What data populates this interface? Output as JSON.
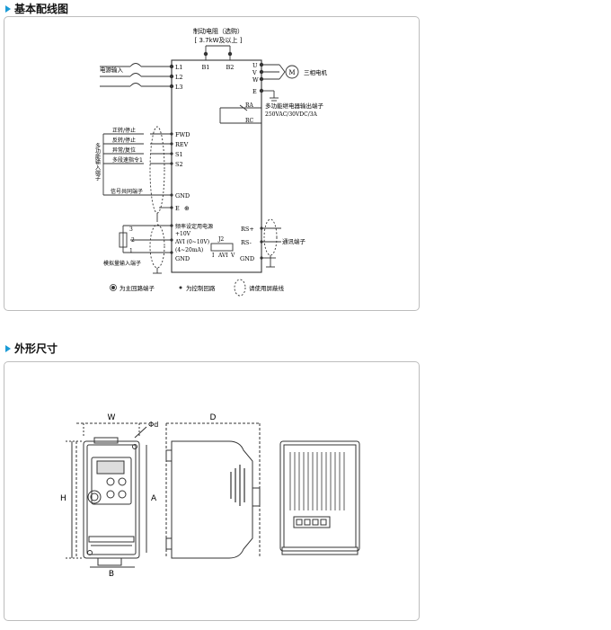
{
  "sections": {
    "wiring_title": "基本配线图",
    "size_title": "外形尺寸"
  },
  "wiring": {
    "brake_resistor_line1": "制动电阻（选购）",
    "brake_resistor_line2": "[ 3.7kW及以上 ]",
    "b1": "B1",
    "b2": "B2",
    "power_input": "电源输入",
    "l1": "L1",
    "l2": "L2",
    "l3": "L3",
    "u": "U",
    "v": "V",
    "w": "W",
    "motor_symbol": "M",
    "motor_label": "三相电机",
    "e": "E",
    "ra": "RA",
    "rc": "RC",
    "relay_label": "多功能继电器输出端子",
    "relay_rating": "250VAC/30VDC/3A",
    "fwd_label": "正转/停止",
    "rev_label": "反转/停止",
    "s1_label": "异常/复位",
    "s2_label": "多段速指令1",
    "fwd": "FWD",
    "rev": "REV",
    "s1": "S1",
    "s2": "S2",
    "multi_input": "多功能输入端子",
    "common_label": "信号共同端子",
    "gnd": "GND",
    "freq_supply_line1": "频率设定用电源",
    "freq_supply_line2": "+10V",
    "avi": "AVI (0~10V)",
    "aci": "(4~20mA)",
    "gnd2": "GND",
    "j2": "J2",
    "j2_i": "I",
    "j2_avi": "AVI",
    "j2_v": "V",
    "pin3": "3",
    "pin2": "2",
    "pin1": "1",
    "analog_label": "模拟量输入端子",
    "rs_plus": "RS+",
    "rs_minus": "RS-",
    "comm_label": "通讯端子",
    "gnd3": "GND",
    "legend_main": "为主回路端子",
    "legend_control": "为控制回路",
    "legend_shield": "请使用屏蔽线"
  },
  "dimensions": {
    "w": "W",
    "phid": "Φd",
    "h": "H",
    "a": "A",
    "b": "B",
    "d": "D"
  }
}
